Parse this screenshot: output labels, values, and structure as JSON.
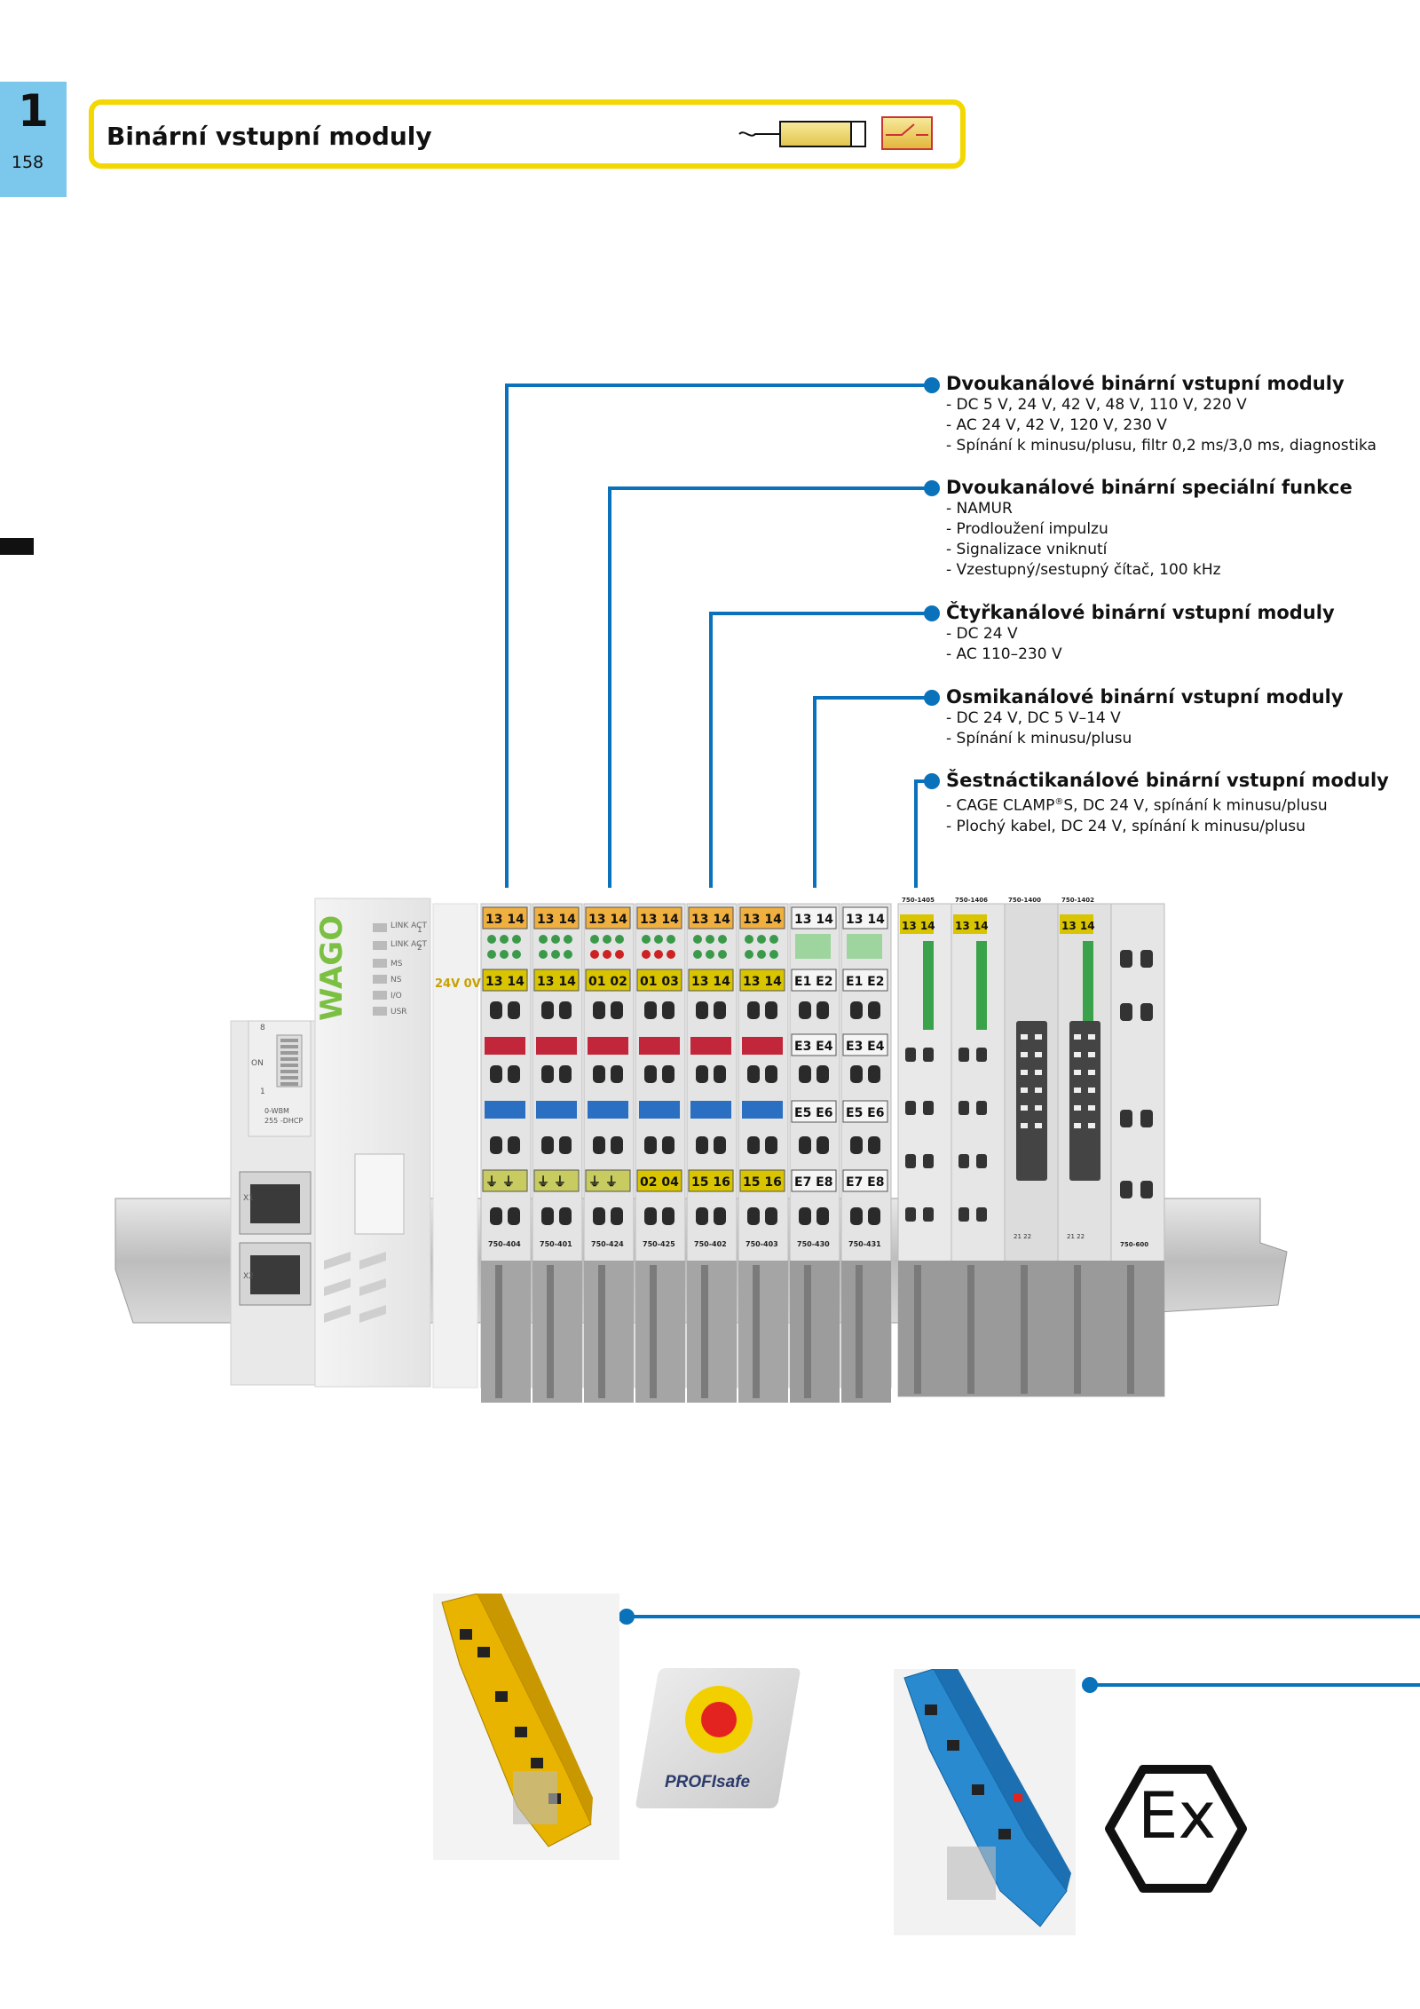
{
  "chapter": {
    "number": "1",
    "page": "158"
  },
  "header": {
    "title": "Binární vstupní moduly"
  },
  "callouts": [
    {
      "title": "Dvoukanálové binární vstupní moduly",
      "items": [
        "- DC 5 V, 24 V, 42 V, 48 V, 110 V, 220 V",
        "- AC 24 V, 42 V, 120 V, 230 V",
        "- Spínání k minusu/plusu, filtr 0,2 ms/3,0 ms, diagnostika"
      ]
    },
    {
      "title": "Dvoukanálové binární speciální funkce",
      "items": [
        "- NAMUR",
        "- Prodloužení impulzu",
        "- Signalizace vniknutí",
        "- Vzestupný/sestupný čítač, 100 kHz"
      ]
    },
    {
      "title": "Čtyřkanálové binární vstupní moduly",
      "items": [
        "- DC 24 V",
        "- AC 110–230 V"
      ]
    },
    {
      "title": "Osmikanálové binární vstupní moduly",
      "items": [
        "- DC 24 V, DC 5 V–14 V",
        "- Spínání k minusu/plusu"
      ]
    },
    {
      "title": "Šestnáctikanálové binární vstupní moduly",
      "items_html_free": true,
      "item1_main": "- CAGE CLAMP",
      "item1_sup": "®",
      "item1_rest": "S, DC 24 V, spínání k minusu/plusu",
      "items": [
        "- Plochý kabel, DC 24 V, spínání k minusu/plusu"
      ]
    }
  ],
  "controller": {
    "brand": "WAGO",
    "leds": [
      "LINK ACT",
      "LINK ACT",
      "MS",
      "NS",
      "I/O",
      "USR"
    ],
    "port_numbers": [
      "1",
      "2"
    ],
    "ports": [
      "X1",
      "X2"
    ],
    "dip_label_top": "8",
    "dip_label_on": "ON",
    "dip_label_bottom": "1",
    "model_line1": "0-WBM",
    "model_line2": "255 -DHCP"
  },
  "power_module": {
    "label": "24V 0V"
  },
  "modules": [
    {
      "part": "750-404",
      "top": "13 14",
      "mid": "13 14",
      "bottom": "⏚ ⏚"
    },
    {
      "part": "750-401",
      "top": "13 14",
      "mid": "13 14",
      "bottom": "⏚ ⏚"
    },
    {
      "part": "750-424",
      "top": "13 14",
      "mid": "01 02",
      "bottom": "⏚ ⏚"
    },
    {
      "part": "750-425",
      "top": "13 14",
      "mid": "01 03",
      "bottom": "02 04"
    },
    {
      "part": "750-402",
      "top": "13 14",
      "mid": "13 14",
      "bottom": "15 16"
    },
    {
      "part": "750-403",
      "top": "13 14",
      "mid": "13 14",
      "bottom": "15 16"
    },
    {
      "part": "750-430",
      "top": "13 14",
      "mid": "E1 E2",
      "r3": "E3 E4",
      "r4": "E5 E6",
      "bottom": "E7 E8"
    },
    {
      "part": "750-431",
      "top": "13 14",
      "mid": "E1 E2",
      "r3": "E3 E4",
      "r4": "E5 E6",
      "bottom": "E7 E8"
    }
  ],
  "sixteen_modules": [
    {
      "part": "750-1405",
      "top": "13 14"
    },
    {
      "part": "750-1406",
      "top": "13 14"
    },
    {
      "part": "750-1400",
      "bottom": "21 22"
    },
    {
      "part": "750-1402",
      "top": "13 14",
      "bottom": "21 22"
    }
  ],
  "end_module": {
    "part": "750-600"
  },
  "bottom": {
    "profisafe_label": "PROFIsafe",
    "ex_label": "Ex"
  }
}
